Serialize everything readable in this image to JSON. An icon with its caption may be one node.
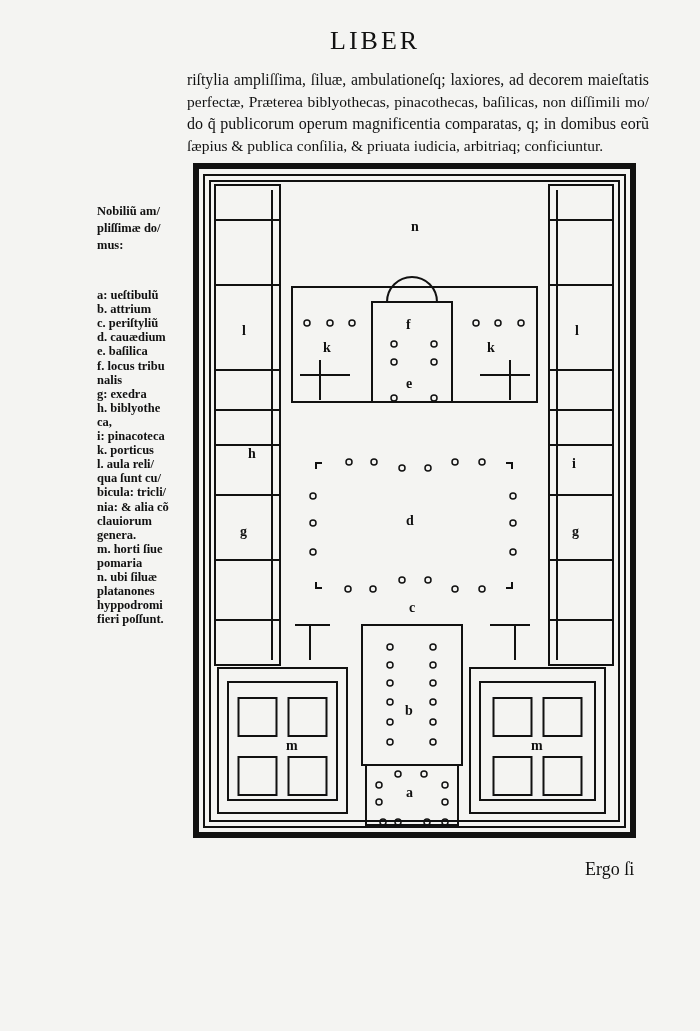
{
  "diagram": {
    "title": "LIBER",
    "labels": [
      "riſtylia ampliſſima, ſiluæ, ambulationeſq; laxiores, ad decorem maieſtatis",
      "perfectæ, Præterea biblyothecas, pinacothecas, baſilicas, non diſſimili mo/",
      "do q̃ publicorum operum magnificentia comparatas, q; in domibus eorũ",
      "ſæpius & publica conſilia, & priuata iudicia, arbitriaq; conficiuntur.",
      "Nobiliũ am/",
      "pliſſimæ do/",
      "mus:",
      "a: ueſtibulũ",
      "b. attrium",
      "c. periſtyliũ",
      "d. cauædium",
      "e. baſilica",
      "f. locus tribu",
      "nalis",
      "g: exedra",
      "h. biblyothe",
      "ca,",
      "i: pinacoteca",
      "k. porticus",
      "l. aula reli/",
      "qua ſunt cu/",
      "bicula: tricli/",
      "nia: & alia cõ",
      "clauiorum",
      "genera.",
      "m. horti ſiue",
      "pomaria",
      "n. ubi ſiluæ",
      "platanones",
      "hyppodromi",
      "fieri poſſunt.",
      "n",
      "l",
      "f",
      "l",
      "k",
      "k",
      "e",
      "h",
      "i",
      "d",
      "g",
      "g",
      "c",
      "b",
      "m",
      "m",
      "a",
      "Ergo ſi"
    ]
  }
}
